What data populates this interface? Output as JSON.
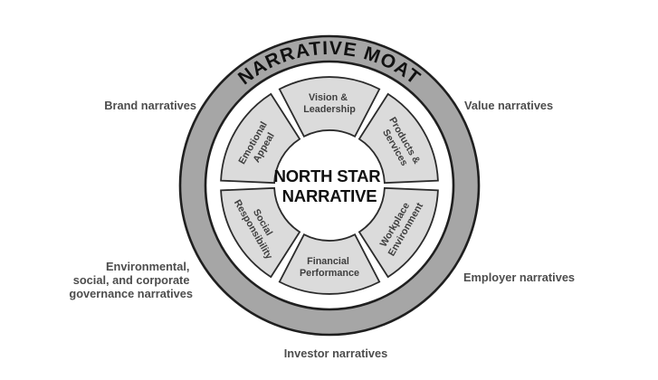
{
  "colors": {
    "moat_fill": "#a6a6a6",
    "moat_stroke": "#1f1f1f",
    "segment_fill": "#dbdbdb",
    "segment_stroke": "#2b2b2b",
    "heading_color": "#111111",
    "segment_label_color": "#3f3f3f",
    "outer_label_color": "#4d4d4d",
    "background": "#ffffff"
  },
  "moat": {
    "label": "NARRATIVE MOAT"
  },
  "center": {
    "line1": "NORTH STAR",
    "line2": "NARRATIVE"
  },
  "segments": [
    {
      "name": "vision-leadership",
      "line1": "Vision &",
      "line2": "Leadership"
    },
    {
      "name": "products-services",
      "line1": "Products &",
      "line2": "Services"
    },
    {
      "name": "workplace-environment",
      "line1": "Workplace",
      "line2": "Environment"
    },
    {
      "name": "financial-performance",
      "line1": "Financial",
      "line2": "Performance"
    },
    {
      "name": "social-responsibility",
      "line1": "Social",
      "line2": "Responsibility"
    },
    {
      "name": "emotional-appeal",
      "line1": "Emotional",
      "line2": "Appeal"
    }
  ],
  "outer_labels": {
    "brand": "Brand narratives",
    "value": "Value narratives",
    "esg_line1": "Environmental,",
    "esg_line2": "social, and corporate",
    "esg_line3": "governance narratives",
    "employer": "Employer narratives",
    "investor": "Investor narratives"
  }
}
